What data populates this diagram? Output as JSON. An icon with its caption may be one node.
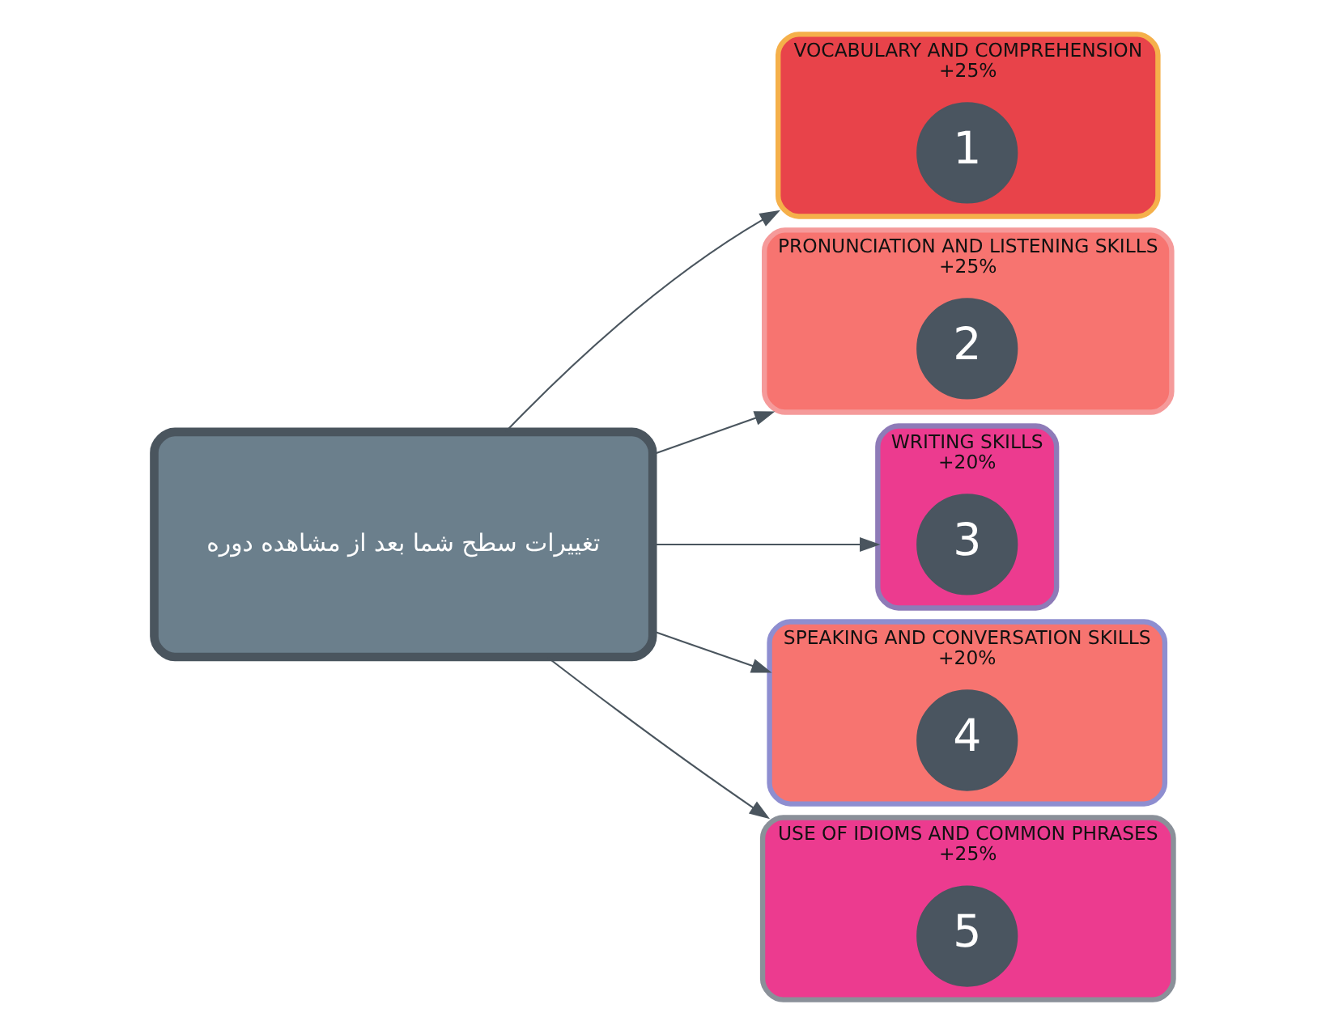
{
  "diagram": {
    "nodes": [
      {
        "text": [
          "تغییرات سطح شما بعد از مشاهده دوره"
        ]
      },
      {
        "text": [
          "VOCABULARY AND COMPREHENSION",
          "+25%"
        ]
      },
      {
        "text": [
          "1"
        ],
        "in": 1
      },
      {
        "text": [
          "PRONUNCIATION AND LISTENING SKILLS",
          "+25%"
        ]
      },
      {
        "text": [
          "2"
        ],
        "in": 3
      },
      {
        "text": [
          "WRITING SKILLS",
          "+20%"
        ]
      },
      {
        "text": [
          "3"
        ],
        "in": 5
      },
      {
        "text": [
          "SPEAKING AND CONVERSATION SKILLS",
          "+20%"
        ]
      },
      {
        "text": [
          "4"
        ],
        "in": 7
      },
      {
        "text": [
          "USE OF IDIOMS AND COMMON PHRASES",
          "+25%"
        ]
      },
      {
        "text": [
          "5"
        ],
        "in": 9
      }
    ],
    "edges": [
      {
        "from": 0,
        "to": 1,
        "arrow": "to"
      },
      {
        "from": 0,
        "to": 3,
        "arrow": "to"
      },
      {
        "from": 0,
        "to": 5,
        "arrow": "to"
      },
      {
        "from": 0,
        "to": 7,
        "arrow": "to"
      },
      {
        "from": 0,
        "to": 9,
        "arrow": "to"
      }
    ]
  }
}
